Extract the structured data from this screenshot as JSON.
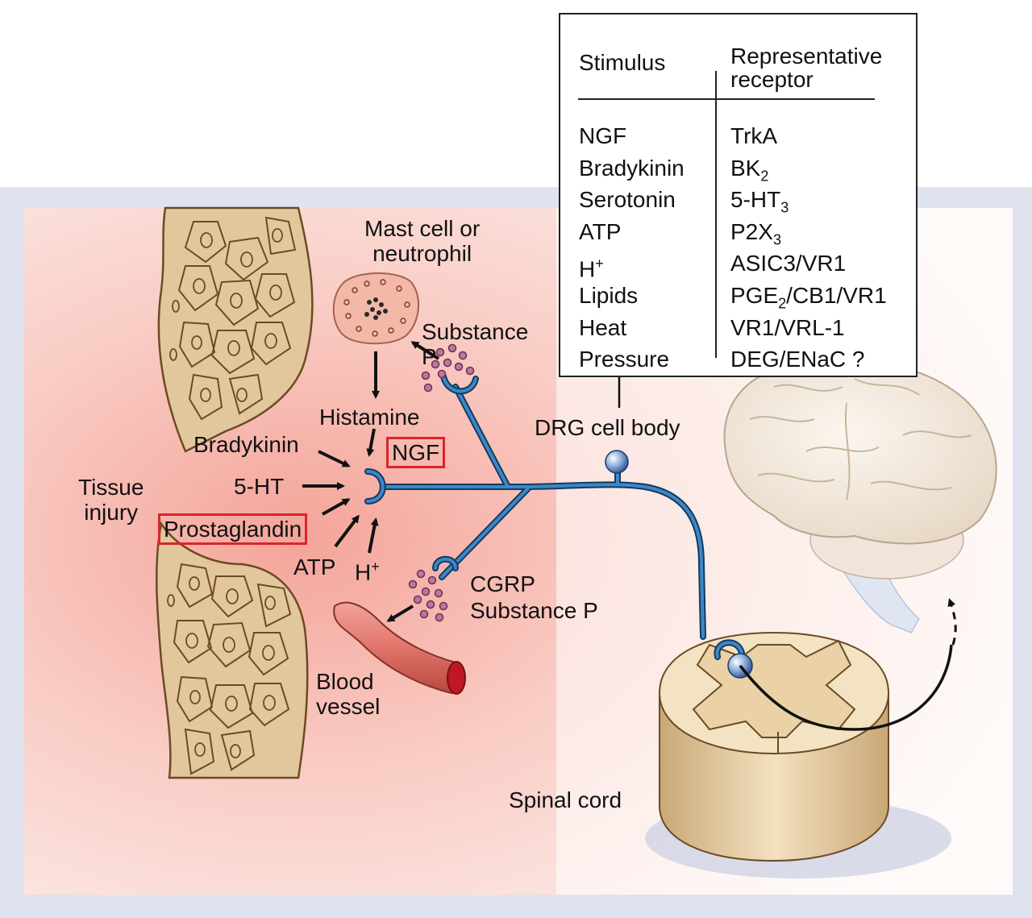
{
  "diagram": {
    "labels": {
      "mast_cell": "Mast cell or\nneutrophil",
      "substance_p_top": "Substance\nP",
      "histamine": "Histamine",
      "ngf": "NGF",
      "bradykinin": "Bradykinin",
      "five_ht": "5-HT",
      "tissue_injury": "Tissue\ninjury",
      "prostaglandin": "Prostaglandin",
      "atp": "ATP",
      "h_plus": "H",
      "h_plus_sup": "+",
      "cgrp_substance_p": "CGRP\nSubstance P",
      "blood_vessel": "Blood\nvessel",
      "drg_cell_body": "DRG cell body",
      "spinal_cord": "Spinal cord"
    },
    "highlighted_labels": [
      "NGF",
      "Prostaglandin"
    ],
    "colors": {
      "highlight_box": "#d9252c",
      "nerve_fiber": "#1f5f93",
      "frame": "#dfe3ef",
      "vesicle": "#8a3d6a",
      "tissue": "#d8b98a"
    }
  },
  "table": {
    "header_stimulus": "Stimulus",
    "header_receptor": "Representative\nreceptor",
    "rows": [
      {
        "stimulus": "NGF",
        "receptor": "TrkA",
        "sub": "",
        "rest": ""
      },
      {
        "stimulus": "Bradykinin",
        "receptor": "BK",
        "sub": "2",
        "rest": ""
      },
      {
        "stimulus": "Serotonin",
        "receptor": "5-HT",
        "sub": "3",
        "rest": ""
      },
      {
        "stimulus": "ATP",
        "receptor": "P2X",
        "sub": "3",
        "rest": ""
      },
      {
        "stimulus": "H",
        "stimulus_sup": "+",
        "receptor": "ASIC3/VR1",
        "sub": "",
        "rest": ""
      },
      {
        "stimulus": "Lipids",
        "receptor": "PGE",
        "sub": "2",
        "rest": "/CB1/VR1"
      },
      {
        "stimulus": "Heat",
        "receptor": "VR1/VRL-1",
        "sub": "",
        "rest": ""
      },
      {
        "stimulus": "Pressure",
        "receptor": "DEG/ENaC ?",
        "sub": "",
        "rest": ""
      }
    ]
  }
}
